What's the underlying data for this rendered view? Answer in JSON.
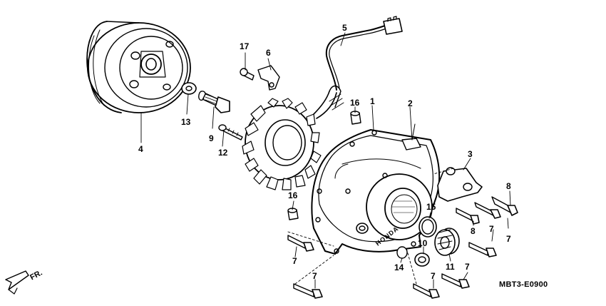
{
  "parts": [
    {
      "key": "p1",
      "label": "1"
    },
    {
      "key": "p2",
      "label": "2"
    },
    {
      "key": "p3",
      "label": "3"
    },
    {
      "key": "p4",
      "label": "4"
    },
    {
      "key": "p5",
      "label": "5"
    },
    {
      "key": "p6",
      "label": "6"
    },
    {
      "key": "p7a",
      "label": "7"
    },
    {
      "key": "p7b",
      "label": "7"
    },
    {
      "key": "p7c",
      "label": "7"
    },
    {
      "key": "p7d",
      "label": "7"
    },
    {
      "key": "p7e",
      "label": "7"
    },
    {
      "key": "p7f",
      "label": "7"
    },
    {
      "key": "p8a",
      "label": "8"
    },
    {
      "key": "p8b",
      "label": "8"
    },
    {
      "key": "p9",
      "label": "9"
    },
    {
      "key": "p10",
      "label": "10"
    },
    {
      "key": "p11",
      "label": "11"
    },
    {
      "key": "p12",
      "label": "12"
    },
    {
      "key": "p13",
      "label": "13"
    },
    {
      "key": "p14",
      "label": "14"
    },
    {
      "key": "p15",
      "label": "15"
    },
    {
      "key": "p16a",
      "label": "16"
    },
    {
      "key": "p16b",
      "label": "16"
    },
    {
      "key": "p17",
      "label": "17"
    }
  ],
  "direction_label": "FR.",
  "diagram_code": "MBT3-E0900",
  "cover_logo_text": "HONDA"
}
